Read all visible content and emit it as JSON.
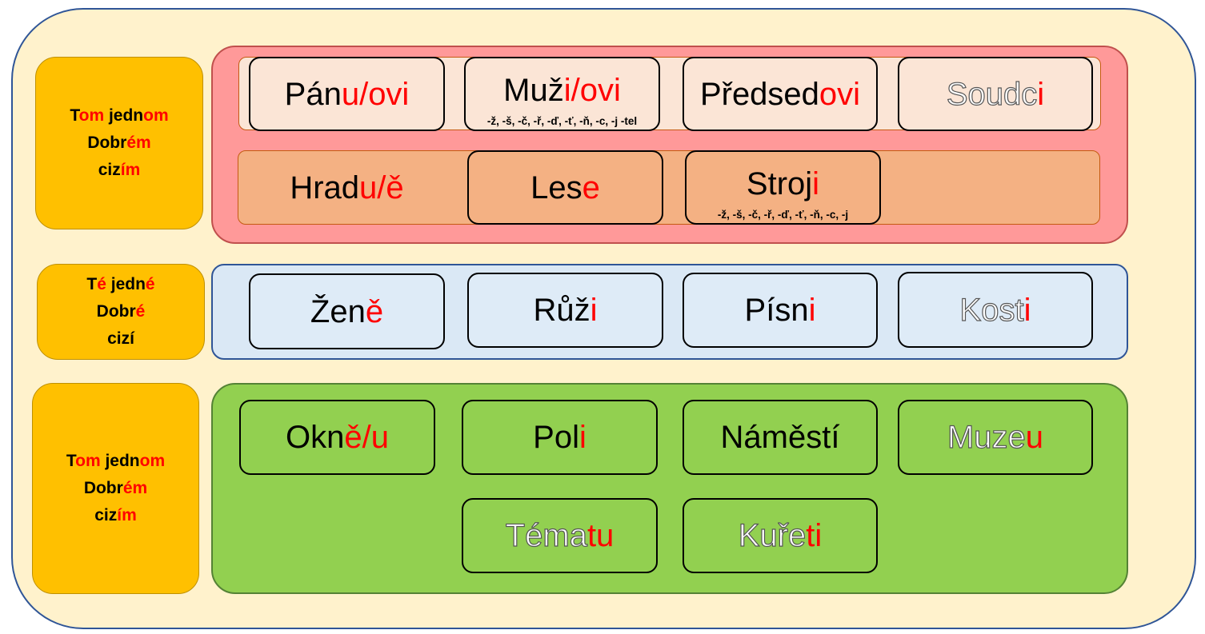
{
  "colors": {
    "background": "#fff2cc",
    "label": "#ffc000",
    "masculine_panel": "#ff9999",
    "feminine_panel": "#dae8f5",
    "neuter_panel": "#92d050",
    "ending": "#ff0000"
  },
  "labels": [
    [
      [
        {
          "t": "T",
          "r": false
        },
        {
          "t": "om",
          "r": true
        },
        {
          "t": " jedn",
          "r": false
        },
        {
          "t": "om",
          "r": true
        }
      ],
      [
        {
          "t": "Dobr",
          "r": false
        },
        {
          "t": "ém",
          "r": true
        }
      ],
      [
        {
          "t": "ciz",
          "r": false
        },
        {
          "t": "ím",
          "r": true
        }
      ]
    ],
    [
      [
        {
          "t": "T",
          "r": false
        },
        {
          "t": "é",
          "r": true
        },
        {
          "t": " jedn",
          "r": false
        },
        {
          "t": "é",
          "r": true
        }
      ],
      [
        {
          "t": "Dobr",
          "r": false
        },
        {
          "t": "é",
          "r": true
        }
      ],
      [
        {
          "t": "ciz",
          "r": false
        },
        {
          "t": "í",
          "r": false
        }
      ]
    ],
    [
      [
        {
          "t": "T",
          "r": false
        },
        {
          "t": "om",
          "r": true
        },
        {
          "t": " jedn",
          "r": false
        },
        {
          "t": "om",
          "r": true
        }
      ],
      [
        {
          "t": "Dobr",
          "r": false
        },
        {
          "t": "ém",
          "r": true
        }
      ],
      [
        {
          "t": "ciz",
          "r": false
        },
        {
          "t": "ím",
          "r": true
        }
      ]
    ]
  ],
  "masculine": {
    "animate": [
      {
        "stem": "Pán",
        "end": "u/ovi",
        "outline": false
      },
      {
        "stem": "Muž",
        "end": "i/ovi",
        "outline": false,
        "note": "-ž, -š, -č, -ř, -ď, -ť, -ň, -c, -j -tel"
      },
      {
        "stem": "Předsed",
        "end": "ovi",
        "outline": false
      },
      {
        "stem": "Soudc",
        "end": "i",
        "outline": true
      }
    ],
    "inanimate": [
      {
        "stem": "Hrad",
        "end": "u/ě",
        "outline": false
      },
      {
        "stem": "Les",
        "end": "e",
        "outline": false
      },
      {
        "stem": "Stroj",
        "end": "i",
        "outline": false,
        "note": "-ž, -š, -č, -ř, -ď, -ť, -ň, -c, -j"
      }
    ]
  },
  "feminine": [
    {
      "stem": "Žen",
      "end": "ě",
      "outline": false
    },
    {
      "stem": "Růž",
      "end": "i",
      "outline": false
    },
    {
      "stem": "Písn",
      "end": "i",
      "outline": false
    },
    {
      "stem": "Kost",
      "end": "i",
      "outline": true
    }
  ],
  "neuter": [
    {
      "stem": "Okn",
      "end": "ě/u",
      "outline": false
    },
    {
      "stem": "Pol",
      "end": "i",
      "outline": false
    },
    {
      "stem": "Náměstí",
      "end": "",
      "outline": false
    },
    {
      "stem": "Muze",
      "end": "u",
      "outline": true
    },
    {
      "stem": "Téma",
      "end": "tu",
      "outline": true
    },
    {
      "stem": "Kuře",
      "end": "ti",
      "outline": true
    }
  ]
}
